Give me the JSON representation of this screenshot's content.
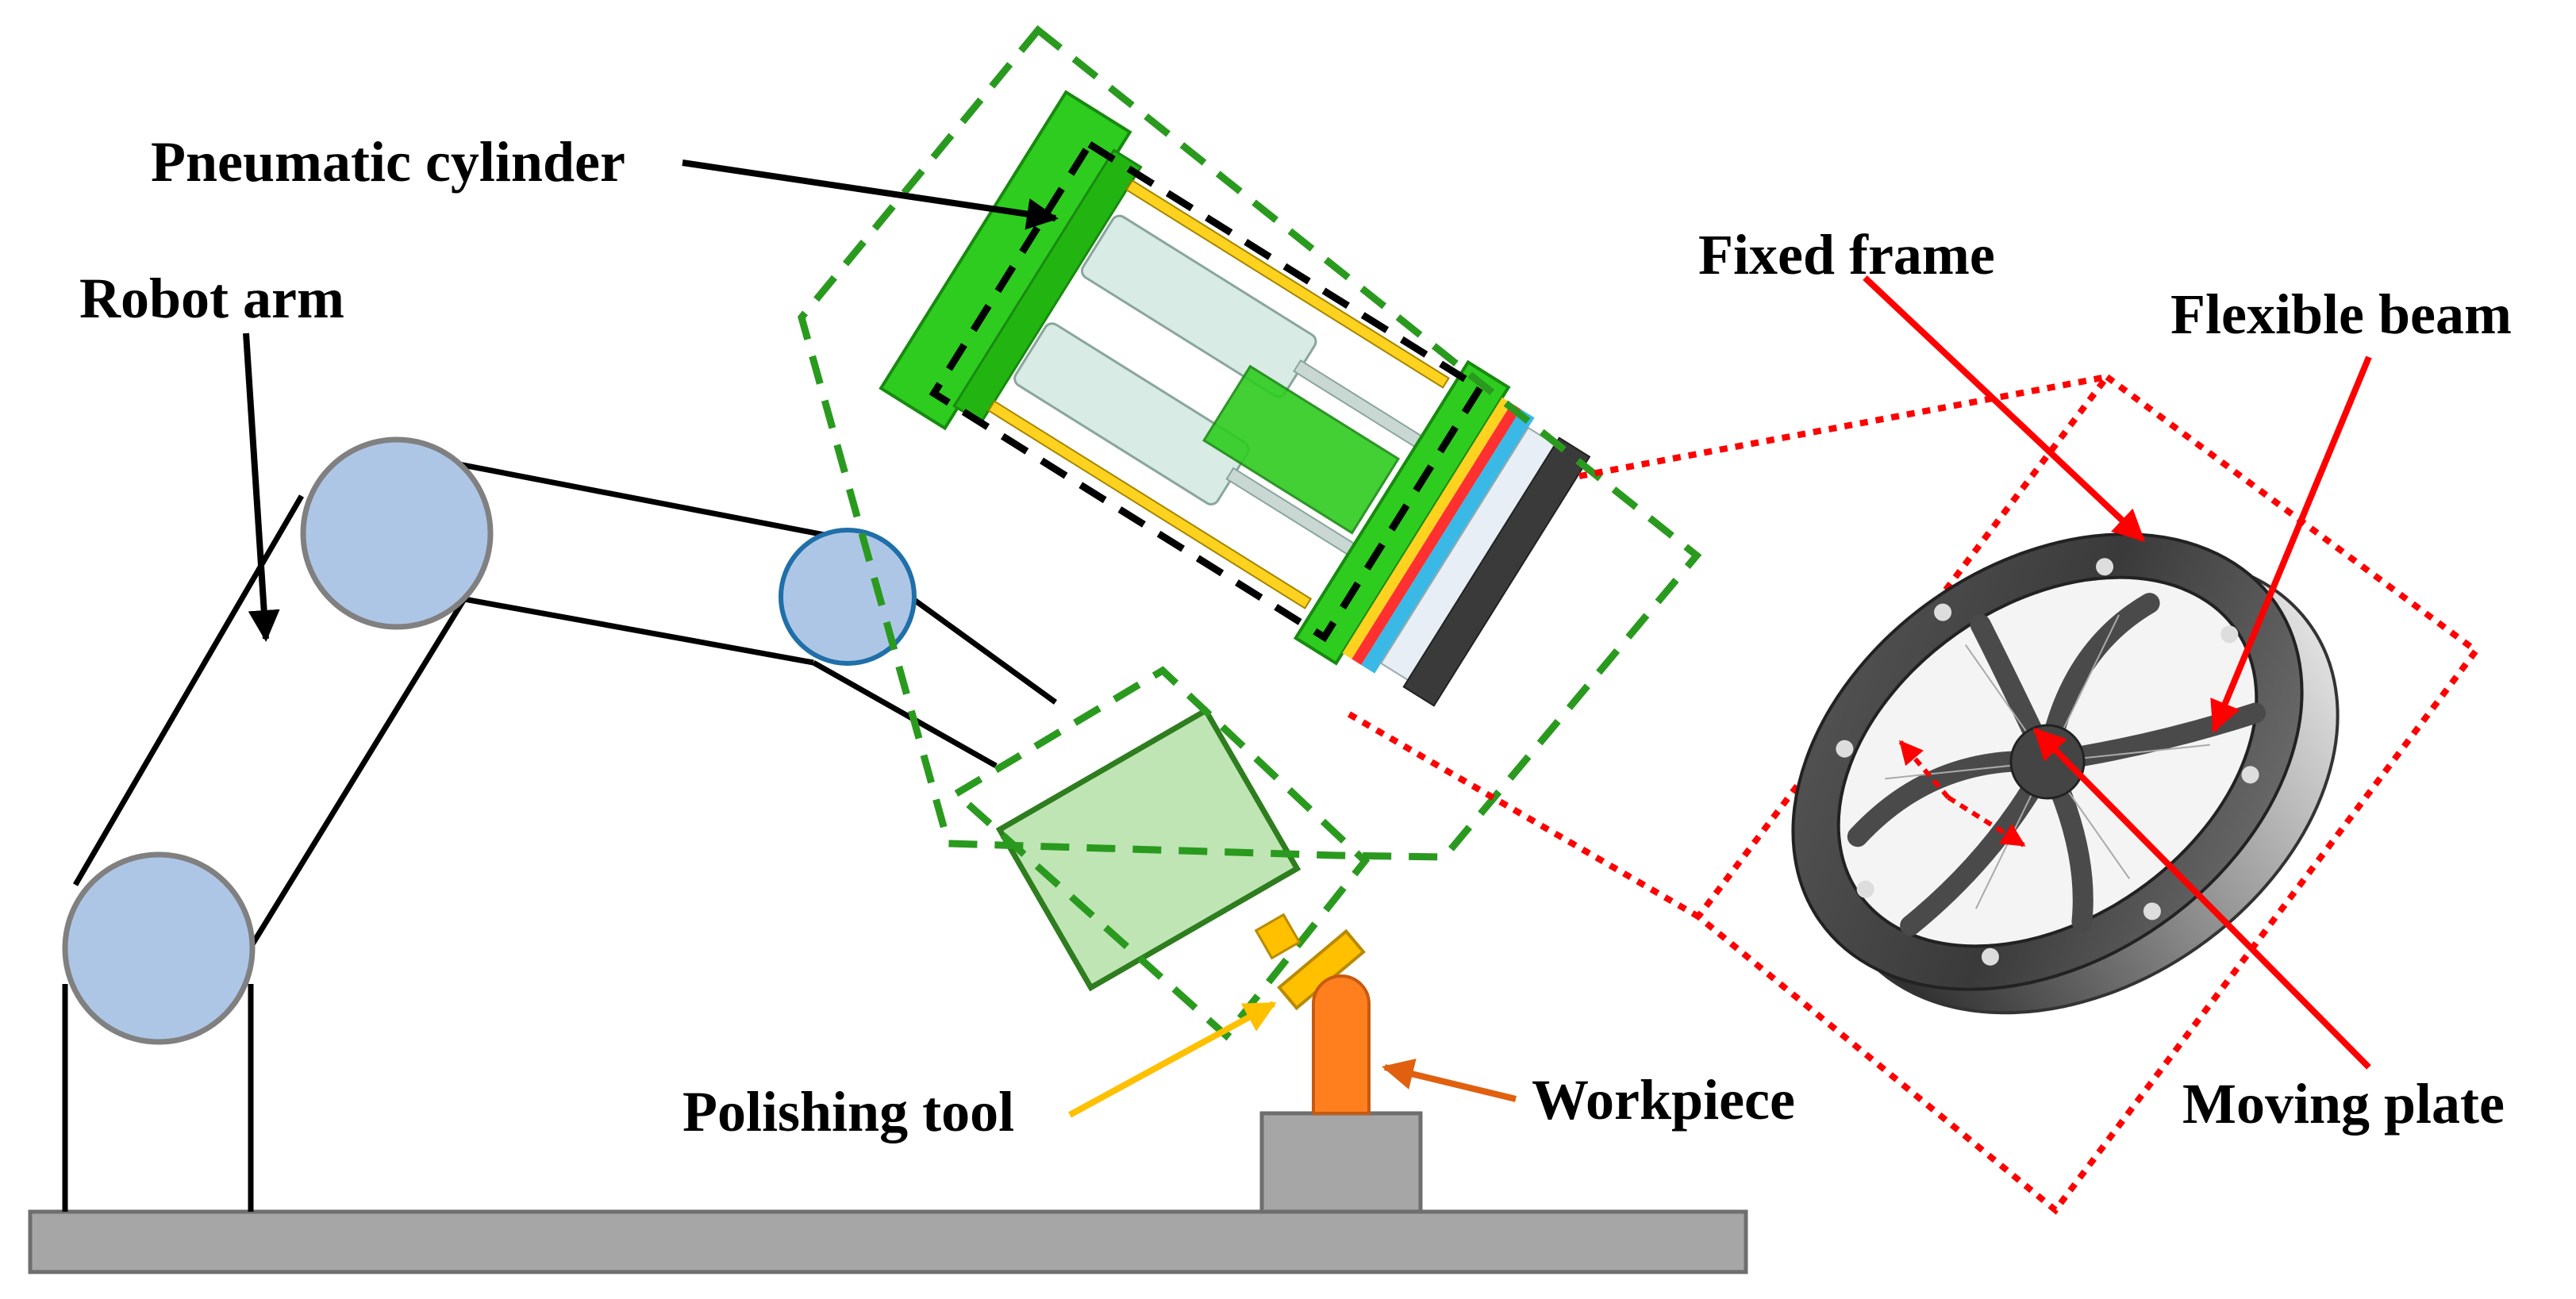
{
  "labels": {
    "pneumatic_cylinder": "Pneumatic cylinder",
    "robot_arm": "Robot arm",
    "fixed_frame": "Fixed frame",
    "flexible_beam": "Flexible beam",
    "polishing_tool": "Polishing tool",
    "workpiece": "Workpiece",
    "moving_plate": "Moving plate"
  },
  "colors": {
    "joint_fill": "#aec6e6",
    "joint_stroke": "#808080",
    "joint_blue_stroke": "#1f6fa8",
    "base_fill": "#a6a6a6",
    "dashed_green": "#2a9a1f",
    "dotted_red": "#ff0000",
    "cylinder_green": "#2ecc1f",
    "tool_yellow": "#ffc000",
    "workpiece_orange": "#ff7f1f",
    "arrow_orange": "#e06010",
    "force_sensor_box": "#bfe5b4",
    "force_sensor_stroke": "#2e7d1e"
  }
}
